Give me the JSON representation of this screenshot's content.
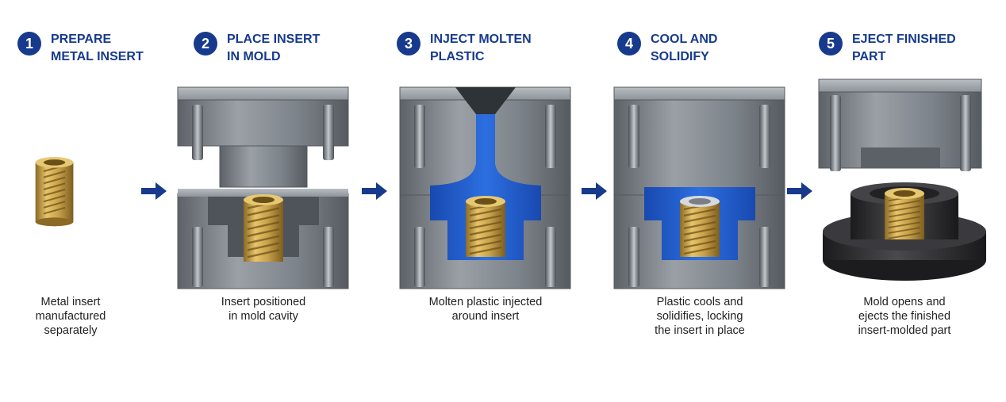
{
  "colors": {
    "accent": "#173a8c",
    "steel": "#7e848a",
    "plastic_blue": "#1f5fd0",
    "brass": "#c9a24a",
    "black_plastic": "#2a2a2c"
  },
  "arrow_icon": "right-arrow-icon",
  "steps": [
    {
      "number": "1",
      "title": "PREPARE\nMETAL INSERT",
      "caption": "Metal insert\nmanufactured\nseparately"
    },
    {
      "number": "2",
      "title": "PLACE INSERT\nIN MOLD",
      "caption": "Insert positioned\nin mold cavity"
    },
    {
      "number": "3",
      "title": "INJECT MOLTEN\nPLASTIC",
      "caption": "Molten plastic injected\naround insert"
    },
    {
      "number": "4",
      "title": "COOL AND\nSOLIDIFY",
      "caption": "Plastic cools and\nsolidifies, locking\nthe insert in place"
    },
    {
      "number": "5",
      "title": "EJECT FINISHED\nPART",
      "caption": "Mold opens and\nejects the finished\ninsert-molded part"
    }
  ]
}
